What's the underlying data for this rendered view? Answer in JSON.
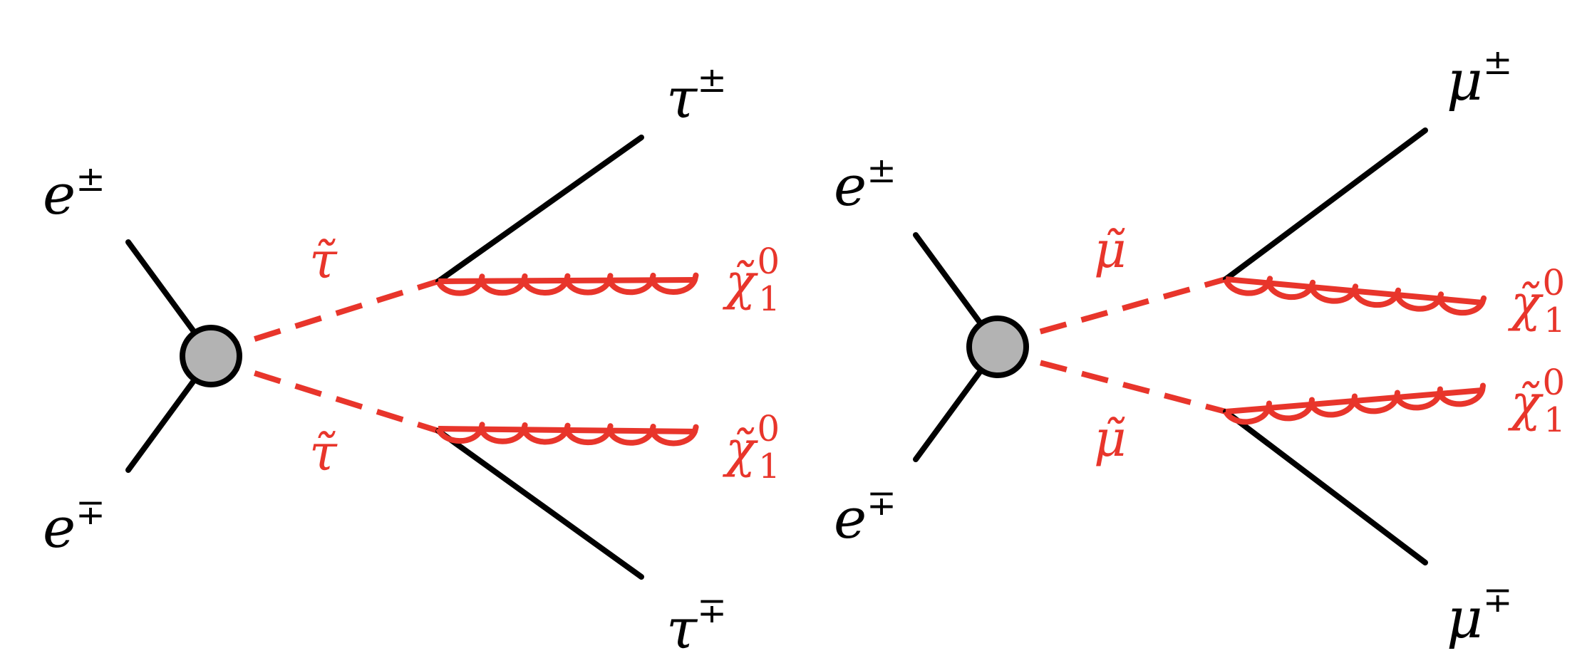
{
  "left": {
    "incoming_top": "e",
    "incoming_top_sup": "±",
    "incoming_bottom": "e",
    "incoming_bottom_sup": "∓",
    "slepton_top": "τ̃",
    "slepton_bottom": "τ̃",
    "lepton_top": "τ",
    "lepton_top_sup": "±",
    "lepton_bottom": "τ",
    "lepton_bottom_sup": "∓",
    "neutralino_top": "χ̃",
    "neutralino_top_sup": "0",
    "neutralino_top_sub": "1",
    "neutralino_bottom": "χ̃",
    "neutralino_bottom_sup": "0",
    "neutralino_bottom_sub": "1"
  },
  "right": {
    "incoming_top": "e",
    "incoming_top_sup": "±",
    "incoming_bottom": "e",
    "incoming_bottom_sup": "∓",
    "slepton_top": "μ̃",
    "slepton_bottom": "μ̃",
    "lepton_top": "μ",
    "lepton_top_sup": "±",
    "lepton_bottom": "μ",
    "lepton_bottom_sup": "∓",
    "neutralino_top": "χ̃",
    "neutralino_top_sup": "0",
    "neutralino_top_sub": "1",
    "neutralino_bottom": "χ̃",
    "neutralino_bottom_sup": "0",
    "neutralino_bottom_sub": "1"
  },
  "colors": {
    "susy": "#e8352b",
    "sm": "#000000",
    "blob_fill": "#b3b3b3"
  }
}
